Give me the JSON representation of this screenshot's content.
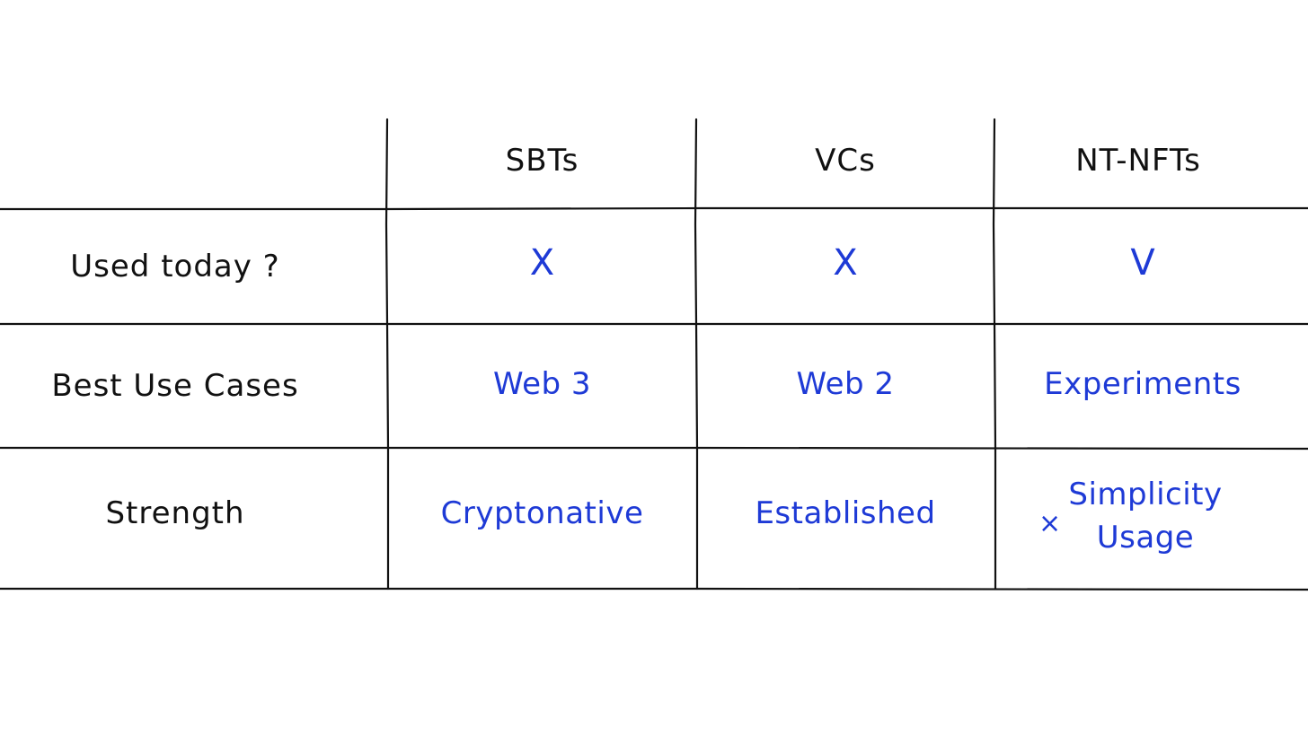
{
  "table": {
    "columns": [
      "SBTs",
      "VCs",
      "NT-NFTs"
    ],
    "rows": [
      {
        "label": "Used today ?",
        "values": [
          "X",
          "X",
          "V"
        ]
      },
      {
        "label": "Best Use Cases",
        "values": [
          "Web 3",
          "Web 2",
          "Experiments"
        ]
      },
      {
        "label": "Strength",
        "values": [
          "Cryptonative",
          "Established",
          "Simplicity"
        ],
        "extra": {
          "bullet": "×",
          "second_line": "Usage"
        }
      }
    ]
  },
  "colors": {
    "ink": "#111111",
    "accent": "#1e3ad6",
    "background": "#ffffff"
  }
}
